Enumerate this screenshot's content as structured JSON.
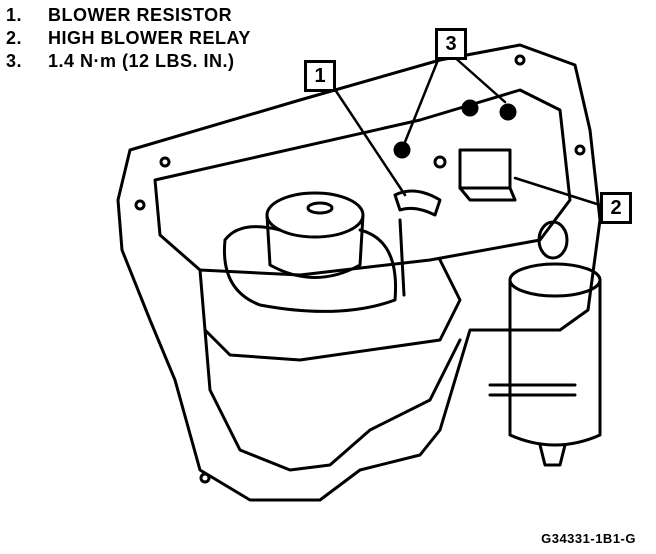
{
  "legend": [
    {
      "num": "1.",
      "text": "BLOWER RESISTOR"
    },
    {
      "num": "2.",
      "text": "HIGH BLOWER RELAY"
    },
    {
      "num": "3.",
      "text": "1.4 N·m (12 LBS. IN.)"
    }
  ],
  "callouts": {
    "c1": "1",
    "c2": "2",
    "c3": "3"
  },
  "figure_id": "G34331-1B1-G"
}
